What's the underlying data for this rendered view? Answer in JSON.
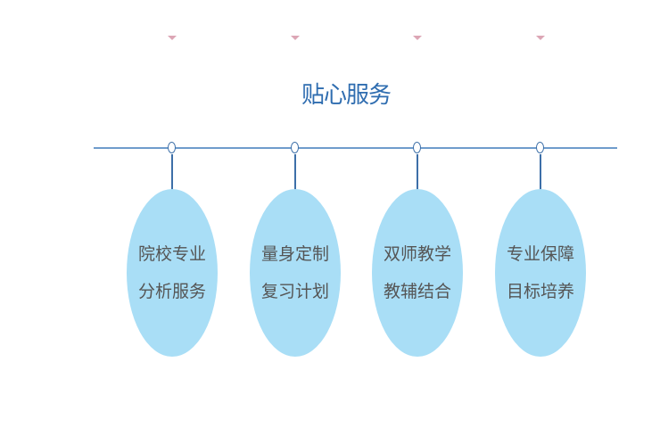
{
  "title": "贴心服务",
  "colors": {
    "title": "#2f6db0",
    "bubble": "#a9def6",
    "line": "#6f9ccc",
    "marker": "#dca6b5"
  },
  "items": [
    {
      "line1": "院校专业",
      "line2": "分析服务"
    },
    {
      "line1": "量身定制",
      "line2": "复习计划"
    },
    {
      "line1": "双师教学",
      "line2": "教辅结合"
    },
    {
      "line1": "专业保障",
      "line2": "目标培养"
    }
  ]
}
